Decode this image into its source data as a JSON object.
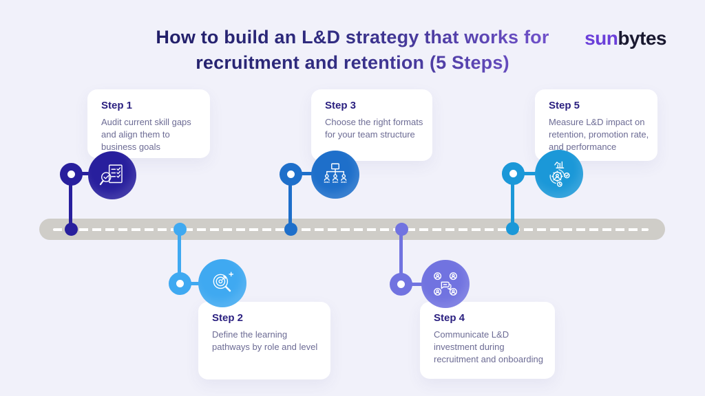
{
  "title": {
    "line1": "How to build an L&D strategy that works for",
    "line2": "recruitment and retention (5 Steps)"
  },
  "logo": {
    "part1": "sun",
    "part2": "bytes"
  },
  "steps": [
    {
      "label": "Step 1",
      "description": "Audit current skill gaps and align them to business goals",
      "color": "#281F9D",
      "icon": "audit-checklist-icon",
      "position": "top"
    },
    {
      "label": "Step 2",
      "description": "Define the learning pathways by role and level",
      "color": "#3FA9F1",
      "icon": "target-search-icon",
      "position": "bottom"
    },
    {
      "label": "Step 3",
      "description": "Choose the right formats for your team structure",
      "color": "#1E6FCA",
      "icon": "org-structure-icon",
      "position": "top"
    },
    {
      "label": "Step 4",
      "description": "Communicate L&D investment during recruitment and onboarding",
      "color": "#7173E0",
      "icon": "communication-icon",
      "position": "bottom"
    },
    {
      "label": "Step 5",
      "description": "Measure L&D impact on retention, promotion rate, and performance",
      "color": "#1B98D8",
      "icon": "performance-gear-icon",
      "position": "top"
    }
  ],
  "timeline": {
    "bar_color": "#CFCDC8",
    "dash_color": "#FFFFFF"
  },
  "colors": {
    "background": "#F1F1FA",
    "card": "#FFFFFF",
    "heading": "#2B2080",
    "body": "#6C6B94",
    "title_from": "#1D1B62",
    "title_to": "#7C58D8",
    "logo_sun": "#6B3FD9",
    "logo_bytes": "#1A1930"
  }
}
